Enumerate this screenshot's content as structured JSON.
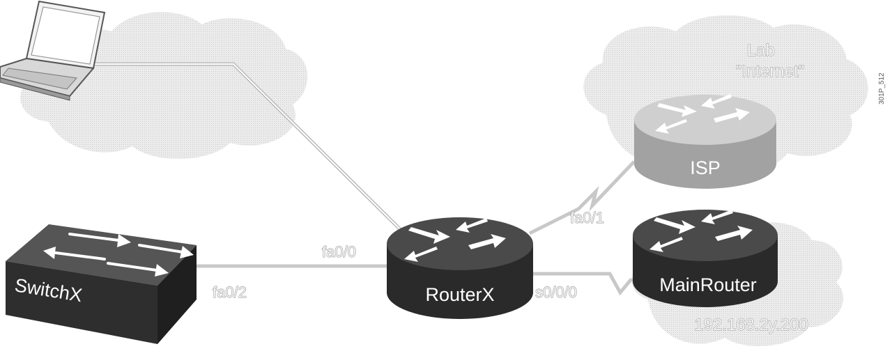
{
  "devices": {
    "switch": {
      "name": "SwitchX"
    },
    "router": {
      "name": "RouterX"
    },
    "isp": {
      "name": "ISP"
    },
    "main_router": {
      "name": "MainRouter"
    }
  },
  "interfaces": {
    "router_fa00": "fa0/0",
    "switch_fa02": "fa0/2",
    "router_fa01": "fa0/1",
    "router_s000": "s0/0/0"
  },
  "clouds": {
    "internet_line1": "Lab",
    "internet_line2": "\"Internet\"",
    "main_subnet": "192.168.2y.200"
  },
  "figure_id": "301P_512",
  "colors": {
    "cloud": "#e4e4e4",
    "device_dark": "#333333",
    "device_gray": "#a8a8a8",
    "link": "#bdbdbd"
  }
}
